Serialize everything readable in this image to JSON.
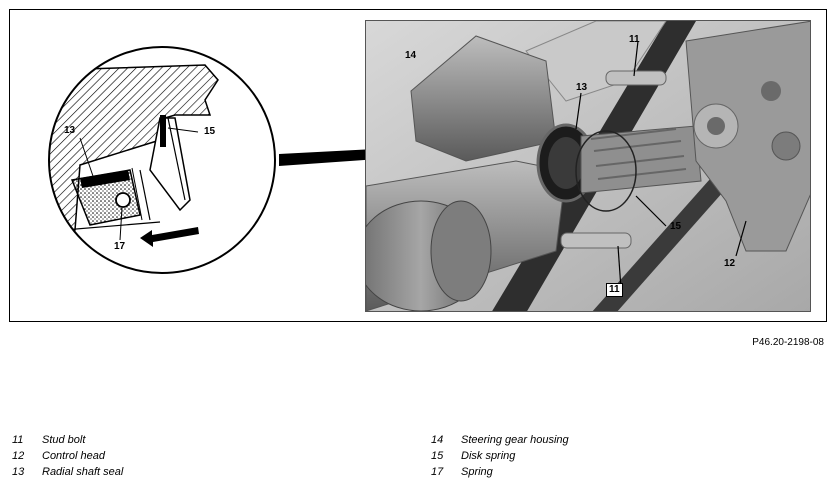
{
  "figure": {
    "code": "P46.20-2198-08",
    "callouts": {
      "c11_top": "11",
      "c11_bottom": "11",
      "c12": "12",
      "c13_photo": "13",
      "c13_detail": "13",
      "c14": "14",
      "c15_photo": "15",
      "c15_detail": "15",
      "c17": "17"
    }
  },
  "legend": {
    "left": [
      {
        "num": "11",
        "label": "Stud bolt"
      },
      {
        "num": "12",
        "label": "Control head"
      },
      {
        "num": "13",
        "label": "Radial shaft seal"
      }
    ],
    "right": [
      {
        "num": "14",
        "label": "Steering gear housing"
      },
      {
        "num": "15",
        "label": "Disk spring"
      },
      {
        "num": "17",
        "label": "Spring"
      }
    ]
  }
}
